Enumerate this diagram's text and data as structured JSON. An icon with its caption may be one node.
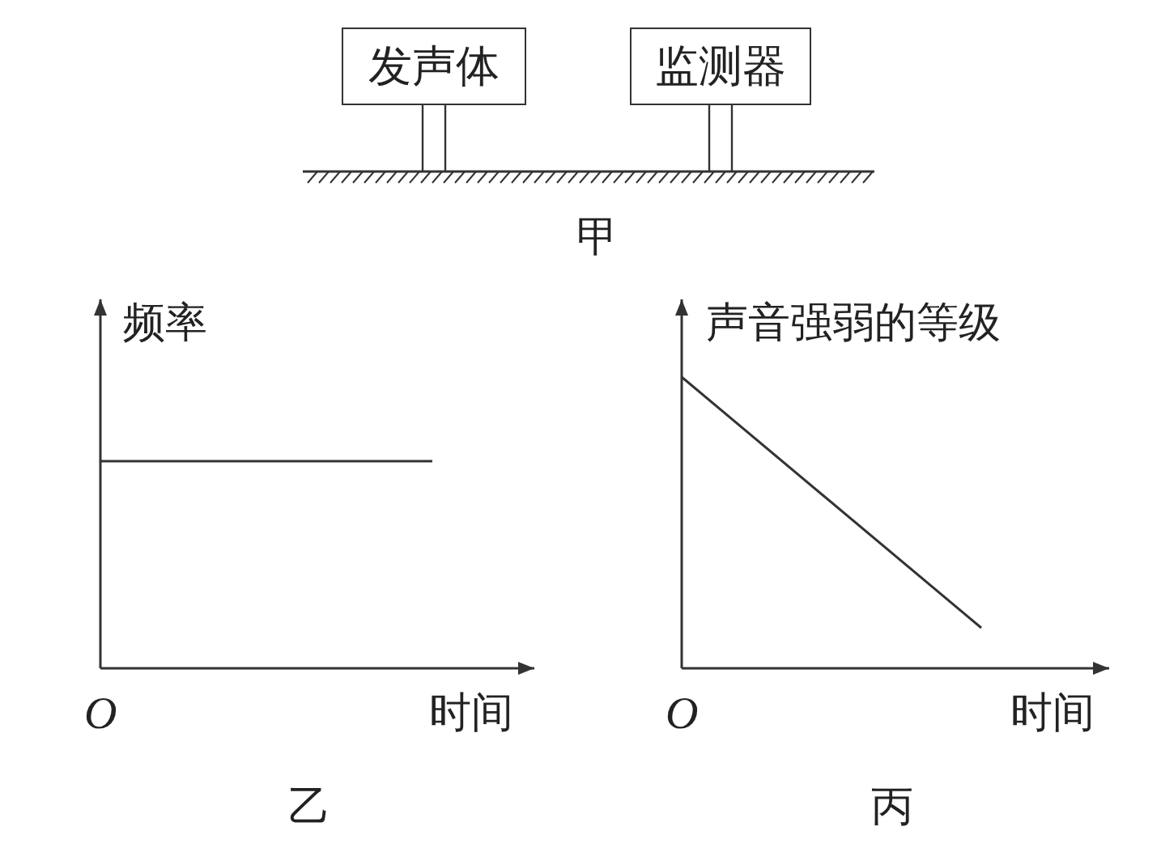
{
  "diagram": {
    "nodes": [
      {
        "text": [
          "发声体"
        ]
      },
      {
        "text": [
          "监测器"
        ]
      }
    ],
    "edges": [],
    "labels": [
      "甲",
      "频率",
      "O",
      "时间",
      "乙",
      "声音强弱的等级",
      "O",
      "时间",
      "丙"
    ]
  }
}
